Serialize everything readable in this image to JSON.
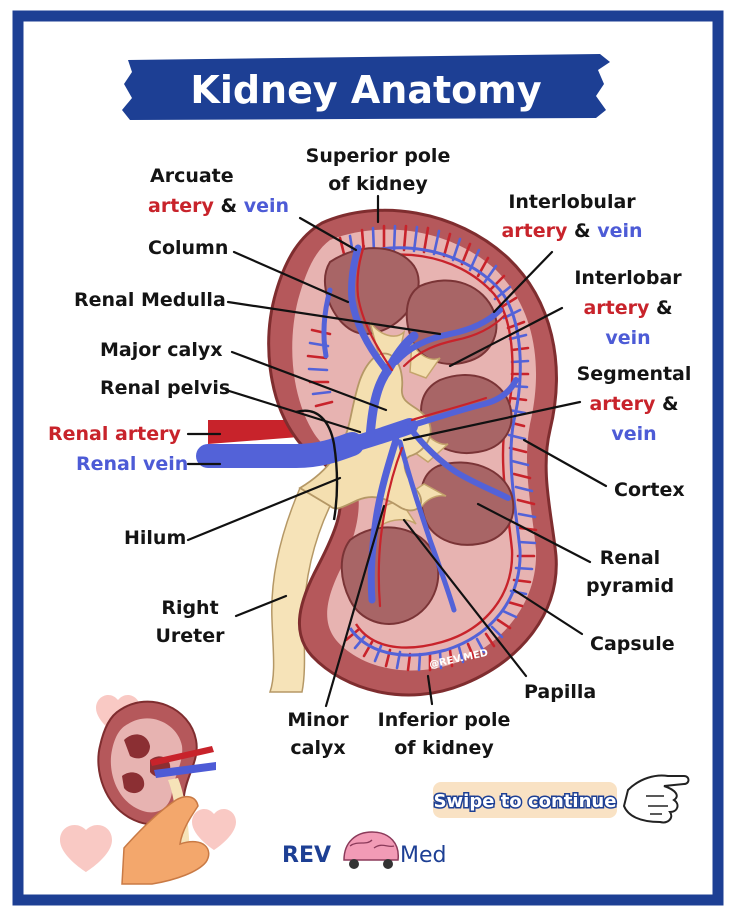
{
  "title": "Kidney Anatomy",
  "colors": {
    "frame": "#1d3f94",
    "title_bg": "#1d3f94",
    "artery": "#c8232b",
    "vein": "#4d5bd6",
    "cortex": "#b5585b",
    "capsule": "#9b3d3f",
    "pyramid": "#a86566",
    "pelvis": "#f4dfb0",
    "ureter": "#f6e3b8",
    "badge_bg": "#f9e2c4",
    "heart": "#f9c9c4"
  },
  "labels": {
    "superior_pole": {
      "line1": "Superior pole",
      "line2": "of kidney"
    },
    "arcuate": {
      "line1": "Arcuate",
      "artery": "artery",
      "amp": " & ",
      "vein": "vein"
    },
    "interlobular": {
      "line1": "Interlobular",
      "artery": "artery",
      "amp": " & ",
      "vein": "vein"
    },
    "column": "Column",
    "renal_medulla": "Renal Medulla",
    "interlobar": {
      "line1": "Interlobar",
      "artery": "artery",
      "amp": " &",
      "vein": "vein"
    },
    "major_calyx": "Major calyx",
    "renal_pelvis": "Renal pelvis",
    "segmental": {
      "line1": "Segmental",
      "artery": "artery",
      "amp": " &",
      "vein": "vein"
    },
    "renal_artery": "Renal artery",
    "renal_vein": "Renal vein",
    "cortex": "Cortex",
    "hilum": "Hilum",
    "renal_pyramid": {
      "line1": "Renal",
      "line2": "pyramid"
    },
    "right_ureter": {
      "line1": "Right",
      "line2": "Ureter"
    },
    "capsule": "Capsule",
    "papilla": "Papilla",
    "minor_calyx": {
      "line1": "Minor",
      "line2": "calyx"
    },
    "inferior_pole": {
      "line1": "Inferior pole",
      "line2": "of kidney"
    }
  },
  "watermark": "@REV.MED",
  "swipe_button": "Swipe to continue",
  "brand": {
    "left": "REV",
    "right": "Med"
  },
  "icons": {
    "pointing_hand": "pointing-hand-icon",
    "brand_brain": "brain-car-icon",
    "hearts": "heart-icon"
  }
}
